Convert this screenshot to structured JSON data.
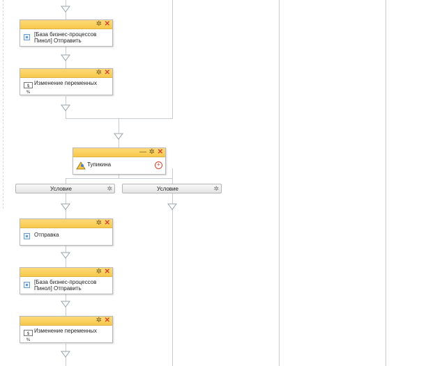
{
  "blocks": [
    {
      "label": "[База бизнес-процессов Пинол] Отправить",
      "icon": "document-icon"
    },
    {
      "label": "Изменение переменных",
      "icon": "variables-icon"
    },
    {
      "label": "Тупикина",
      "icon": "user-task-icon"
    },
    {
      "label": "Отправка",
      "icon": "document-icon"
    },
    {
      "label": "[База бизнес-процессов Пинол] Отправить",
      "icon": "document-icon"
    },
    {
      "label": "Изменение переменных",
      "icon": "variables-icon"
    }
  ],
  "conditions": [
    {
      "label": "Условие"
    },
    {
      "label": "Условие"
    }
  ],
  "controls": {
    "gear": "✲",
    "close": "✕",
    "minimize": "—",
    "add": "+"
  },
  "variables_badge": "$ %",
  "colors": {
    "header": "#f7c94a",
    "line": "#c6ccd2",
    "close": "#d8432c"
  }
}
